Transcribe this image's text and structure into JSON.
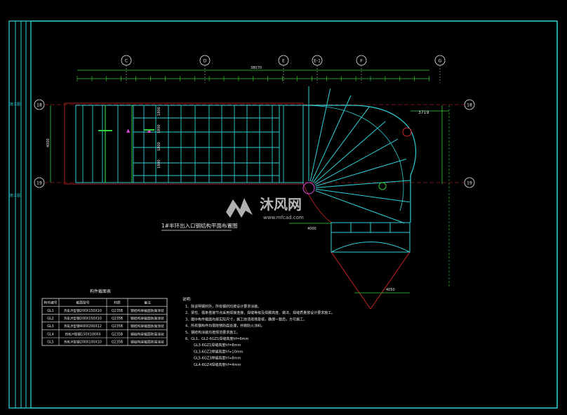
{
  "axes": {
    "top": [
      "C",
      "D",
      "E",
      "E-1",
      "F",
      "G"
    ],
    "left": [
      "18",
      "19"
    ],
    "right": [
      "18",
      "19"
    ]
  },
  "dimensions": {
    "overall": "38070",
    "right_width": "3719",
    "plan_depth": "4000",
    "bottom_left": "4000",
    "bottom_right": "4050",
    "row_heights": [
      "1800",
      "1800",
      "1800",
      "1800"
    ]
  },
  "plan_title": "1#半环出入口钢结构平面布置图",
  "watermark": {
    "brand": "沐风网",
    "url": "www.mfcad.com"
  },
  "table": {
    "title": "构件截面表",
    "headers": [
      "构件编号",
      "截面型号",
      "材质",
      "备注"
    ],
    "rows": [
      [
        "GL1",
        "热轧H型钢200X150X10",
        "Q235B",
        "钢结构梁截面防腐涂装"
      ],
      [
        "GL2",
        "热轧H型钢200X150X10",
        "Q235B",
        "钢结构梁截面防腐涂装"
      ],
      [
        "GL3",
        "热轧H型钢400X200X12",
        "Q235B",
        "钢结构梁截面防腐涂装"
      ],
      [
        "GL4",
        "热轧H型钢150X100X4",
        "Q235B",
        "钢结构梁截面防腐涂装"
      ],
      [
        "GL5",
        "热轧H型钢200X100X10",
        "Q235B",
        "钢结构梁截面防腐涂装"
      ]
    ]
  },
  "notes": {
    "heading": "说明:",
    "lines": [
      "1、除说明钢材外，所有钢材均按设计要求涂装。",
      "2、梁柱、檩条搭接节点采用焊接连接，焊缝等级及焊脚高度、做法、焊缝质量按设计要求施工。",
      "3、图中构件截面均按实际尺寸，施工前须现场复核，确保一致后，方可施工。",
      "4、所有钢构件均需除锈防腐处理，并刷防火涂料。",
      "5、钢结构涂装均按规范要求施工。",
      "6、GL1、GL2-6GZ1焊缝高度hf=6mm",
      "GL3-6GZ1焊缝高度hf=8mm",
      "GL3-6GZ2焊缝高度hf=10mm",
      "GL5-6GZ3焊缝高度hf=8mm",
      "GL4-6GZ4焊缝高度hf=4mm"
    ]
  },
  "title_block_labels": [
    "施工图",
    "施工图"
  ],
  "colors": {
    "line": "#2fd0d8",
    "red": "#d42a2a",
    "green": "#33d23a",
    "white": "#e8e8e8",
    "magenta": "#d94bd9"
  }
}
